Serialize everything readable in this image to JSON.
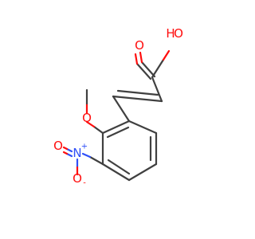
{
  "molecule": {
    "atoms": {
      "hydroxyl_h": {
        "text": "H",
        "color": "#ff0d0d"
      },
      "hydroxyl_o": {
        "text": "O",
        "color": "#ff0d0d"
      },
      "carbonyl_o": {
        "text": "O",
        "color": "#ff0d0d"
      },
      "methoxy_o": {
        "text": "O",
        "color": "#ff0d0d"
      },
      "nitro_n": {
        "text": "N",
        "color": "#3050f8",
        "charge": "+"
      },
      "nitro_o_left": {
        "text": "O",
        "color": "#ff0d0d"
      },
      "nitro_o_bottom": {
        "text": "O",
        "color": "#ff0d0d",
        "charge": "-"
      }
    },
    "bond_color": "#404040"
  }
}
